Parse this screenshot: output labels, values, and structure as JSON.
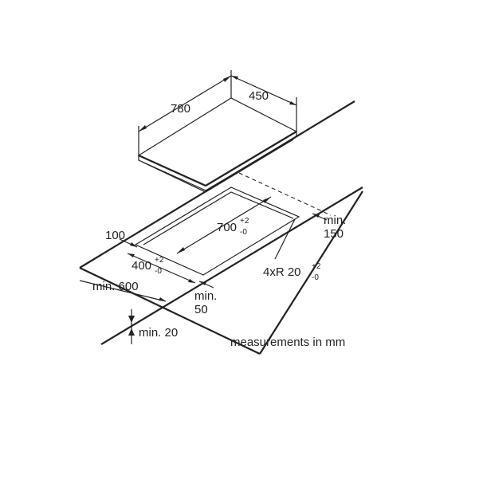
{
  "dimensions": {
    "hob_length": "780",
    "hob_width": "450",
    "countertop_depth_offset": "100",
    "cutout_length": "700",
    "cutout_length_tol_plus": "+2",
    "cutout_length_tol_minus": "-0",
    "cutout_width": "400",
    "cutout_width_tol_plus": "+2",
    "cutout_width_tol_minus": "-0",
    "rear_clearance_line1": "min.",
    "rear_clearance_line2": "150",
    "corner_radius": "4xR 20",
    "corner_radius_tol_plus": "+2",
    "corner_radius_tol_minus": "-0",
    "countertop_min_depth": "min. 600",
    "front_clearance_line1": "min.",
    "front_clearance_line2": "50",
    "countertop_min_thickness": "min. 20"
  },
  "caption": "measurements in mm"
}
